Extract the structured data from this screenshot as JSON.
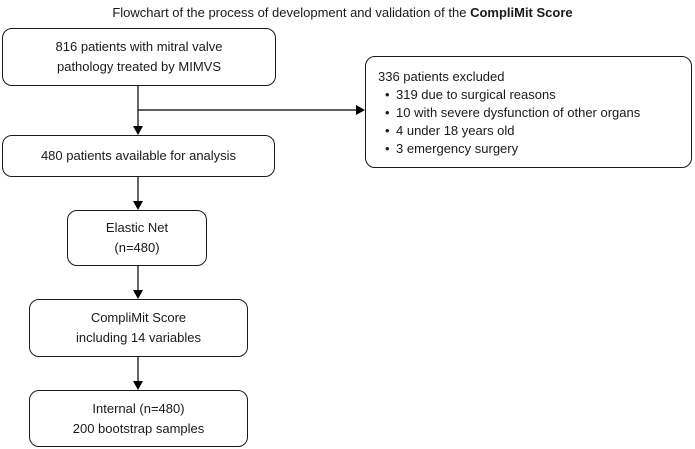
{
  "title": {
    "prefix": "Flowchart of the process of development and validation of the ",
    "bold": "CompliMit Score"
  },
  "boxes": {
    "patients_816": {
      "line1": "816 patients with mitral valve",
      "line2": "pathology treated by MIMVS"
    },
    "excluded": {
      "heading": "336 patients excluded",
      "items": [
        "319 due to surgical reasons",
        "10 with severe dysfunction of other organs",
        "4 under 18 years old",
        "3 emergency surgery"
      ]
    },
    "patients_480": {
      "line1": "480 patients available for analysis"
    },
    "elastic_net": {
      "line1": "Elastic Net",
      "line2": "(n=480)"
    },
    "complimit_score": {
      "line1": "CompliMit Score",
      "line2": "including 14 variables"
    },
    "internal_validation": {
      "line1": "Internal (n=480)",
      "line2": "200 bootstrap samples"
    }
  },
  "colors": {
    "line": "#000000",
    "border": "#1a1a1a",
    "text": "#1a1a1a",
    "background": "#ffffff"
  }
}
